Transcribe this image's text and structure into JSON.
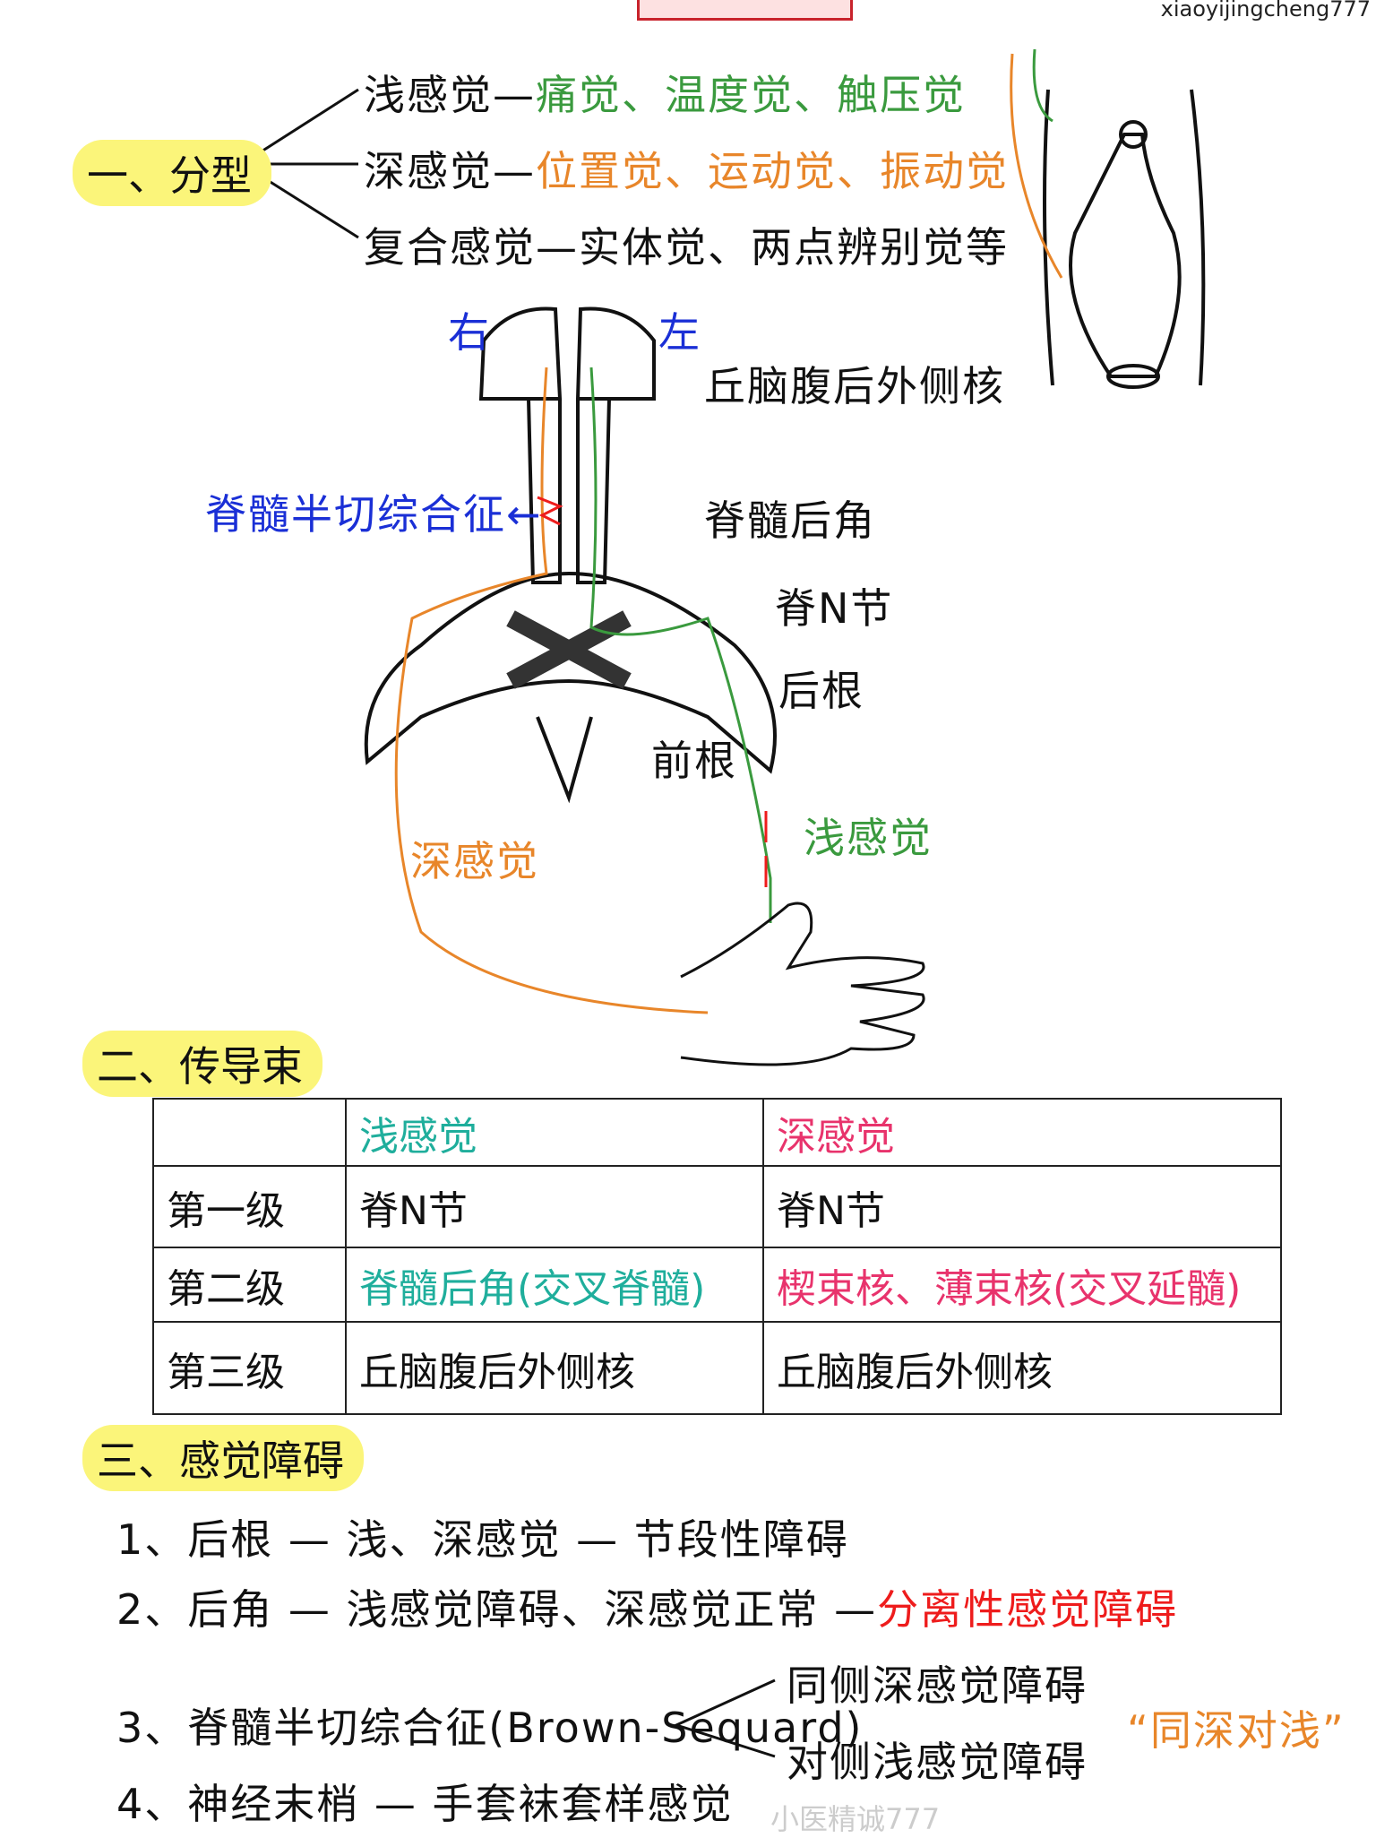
{
  "header": {
    "watermark": "xiaoyijingcheng777"
  },
  "section1": {
    "heading": "一、分型",
    "rows": [
      {
        "term": "浅感觉",
        "dash": "—",
        "detail": "痛觉、温度觉、触压觉"
      },
      {
        "term": "深感觉",
        "dash": "—",
        "detail": "位置觉、运动觉、振动觉"
      },
      {
        "term": "复合感觉",
        "dash": "—",
        "detail": "实体觉、两点辨别觉等"
      }
    ]
  },
  "diagram": {
    "right": "右",
    "left": "左",
    "thalamus": "丘脑腹后外侧核",
    "brown_sequard": "脊髓半切综合征",
    "arrow": "←",
    "dorsal_horn": "脊髓后角",
    "ganglion": "脊N节",
    "dorsal_root": "后根",
    "ventral_root": "前根",
    "deep": "深感觉",
    "superficial": "浅感觉",
    "colors": {
      "superficial": "#3a9a3e",
      "deep": "#e8862a",
      "lesion": "#ee1c1c"
    }
  },
  "section2": {
    "heading": "二、传导束",
    "table": {
      "headers": [
        "",
        "浅感觉",
        "深感觉"
      ],
      "rows": [
        [
          "第一级",
          "脊N节",
          "脊N节"
        ],
        [
          "第二级",
          "脊髓后角(交叉脊髓)",
          "楔束核、薄束核(交叉延髓)"
        ],
        [
          "第三级",
          "丘脑腹后外侧核",
          "丘脑腹后外侧核"
        ]
      ]
    }
  },
  "section3": {
    "heading": "三、感觉障碍",
    "items": [
      {
        "num": "1、",
        "text": "后根 — 浅、深感觉 — 节段性障碍"
      },
      {
        "num": "2、",
        "text": "后角 — 浅感觉障碍、深感觉正常 —",
        "highlight": "分离性感觉障碍"
      },
      {
        "num": "3、",
        "text": "脊髓半切综合征(Brown-Sequard)",
        "branches": [
          "同侧深感觉障碍",
          "对侧浅感觉障碍"
        ],
        "mnemonic": "“同深对浅”"
      },
      {
        "num": "4、",
        "text": "神经末梢 — 手套袜套样感觉"
      }
    ],
    "watermark": "小医精诚777"
  }
}
